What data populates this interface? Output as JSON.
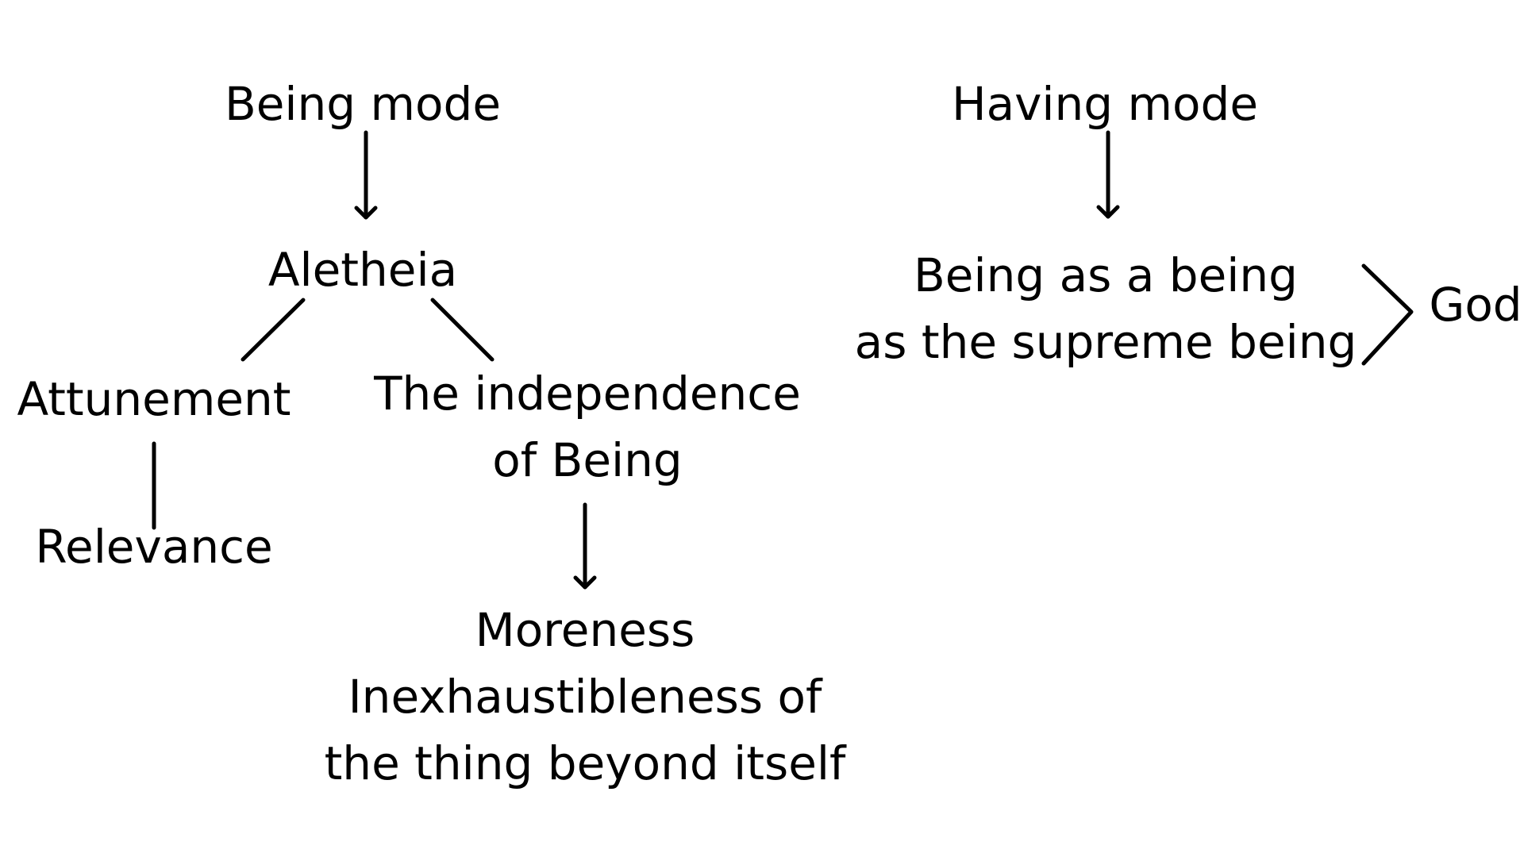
{
  "diagram": {
    "nodes": {
      "being_mode": "Being mode",
      "aletheia": "Aletheia",
      "attunement": "Attunement",
      "relevance": "Relevance",
      "independence_line1": "The independence",
      "independence_line2": "of Being",
      "moreness_line1": "Moreness",
      "moreness_line2": "Inexhaustibleness of",
      "moreness_line3": "the thing beyond itself",
      "having_mode": "Having mode",
      "being_as_being_line1": "Being as a being",
      "being_as_being_line2": "as the supreme being",
      "god": "God"
    },
    "colors": {
      "text": "#000000",
      "background": "#ffffff"
    }
  }
}
